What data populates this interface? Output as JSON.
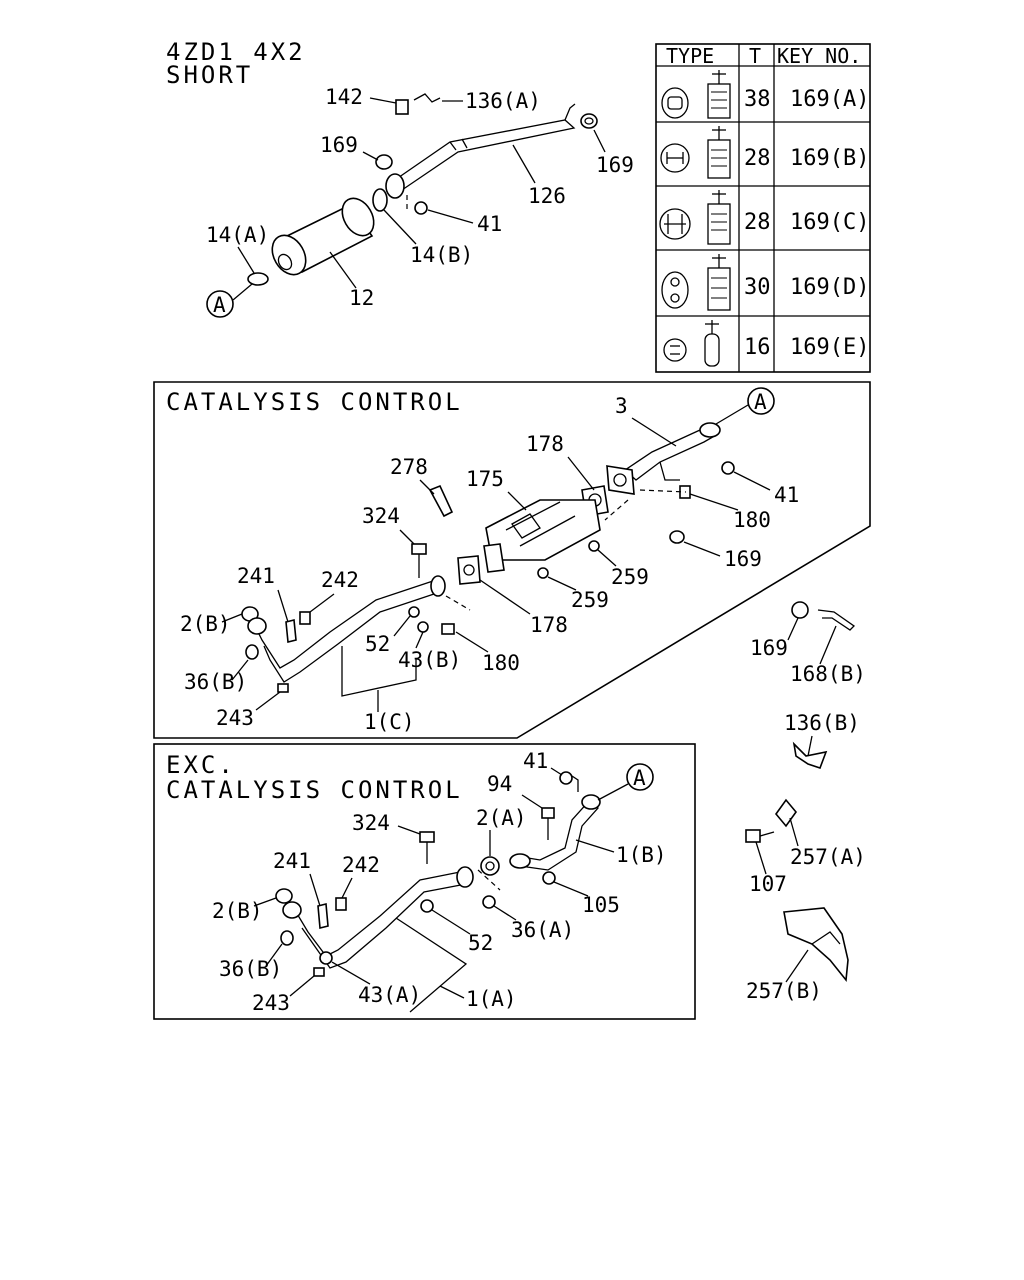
{
  "header": {
    "line1": "4ZD1 4X2",
    "line2": "SHORT"
  },
  "key_table": {
    "headers": [
      "TYPE",
      "T",
      "KEY NO."
    ],
    "rows": [
      {
        "t": "38",
        "key": "169(A)"
      },
      {
        "t": "28",
        "key": "169(B)"
      },
      {
        "t": "28",
        "key": "169(C)"
      },
      {
        "t": "30",
        "key": "169(D)"
      },
      {
        "t": "16",
        "key": "169(E)"
      }
    ]
  },
  "sections": {
    "catalysis": "CATALYSIS CONTROL",
    "exc_line1": "EXC.",
    "exc_line2": "CATALYSIS CONTROL"
  },
  "markers": {
    "a": "A"
  },
  "callouts": {
    "c142": "142",
    "c136a": "136(A)",
    "c169": "169",
    "c126": "126",
    "c41": "41",
    "c14a": "14(A)",
    "c14b": "14(B)",
    "c12": "12",
    "c3": "3",
    "c178": "178",
    "c278": "278",
    "c175": "175",
    "c324": "324",
    "c180": "180",
    "c259": "259",
    "c241": "241",
    "c242": "242",
    "c2b": "2(B)",
    "c52": "52",
    "c43b": "43(B)",
    "c36b": "36(B)",
    "c243": "243",
    "c1c": "1(C)",
    "c168b": "168(B)",
    "c136b": "136(B)",
    "c257a": "257(A)",
    "c107": "107",
    "c257b": "257(B)",
    "c94": "94",
    "c2a": "2(A)",
    "c1b": "1(B)",
    "c105": "105",
    "c36a": "36(A)",
    "c43a": "43(A)",
    "c1a": "1(A)"
  }
}
